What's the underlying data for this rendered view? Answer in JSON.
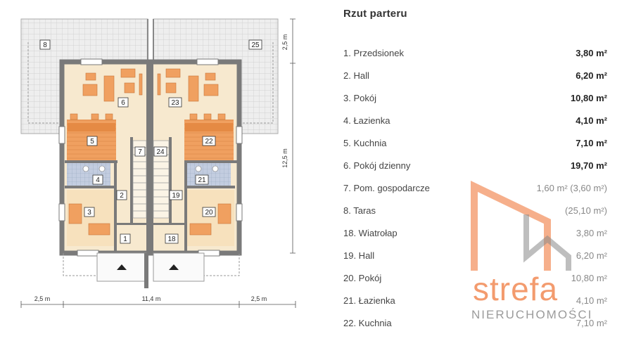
{
  "panel": {
    "title": "Rzut parteru",
    "rooms": [
      {
        "name": "1. Przedsionek",
        "area": "3,80 m²"
      },
      {
        "name": "2. Hall",
        "area": "6,20 m²"
      },
      {
        "name": "3. Pokój",
        "area": "10,80 m²"
      },
      {
        "name": "4. Łazienka",
        "area": "4,10 m²"
      },
      {
        "name": "5. Kuchnia",
        "area": "7,10 m²"
      },
      {
        "name": "6. Pokój dzienny",
        "area": "19,70 m²"
      },
      {
        "name": "7. Pom. gospodarcze",
        "area": "1,60 m² (3,60 m²)"
      },
      {
        "name": "8. Taras",
        "area": "(25,10 m²)"
      },
      {
        "name": "18. Wiatrołap",
        "area": "3,80 m²"
      },
      {
        "name": "19. Hall",
        "area": "6,20 m²"
      },
      {
        "name": "20. Pokój",
        "area": "10,80 m²"
      },
      {
        "name": "21. Łazienka",
        "area": "4,10 m²"
      },
      {
        "name": "22. Kuchnia",
        "area": "7,10 m²"
      }
    ]
  },
  "plan": {
    "labels": {
      "r1": "1",
      "r2": "2",
      "r3": "3",
      "r4": "4",
      "r5": "5",
      "r6": "6",
      "r7": "7",
      "r8": "8",
      "r18": "18",
      "r19": "19",
      "r20": "20",
      "r21": "21",
      "r22": "22",
      "r23": "23",
      "r24": "24",
      "r25": "25"
    },
    "dimensions": {
      "top_right": "2,5 m",
      "right_height": "12,5 m",
      "bottom_left": "2,5 m",
      "bottom_mid": "11,4 m",
      "bottom_right": "2,5 m"
    },
    "colors": {
      "wall": "#7a7a7a",
      "floor": "#f7e9cf",
      "kitchen": "#f0a060",
      "bath": "#b8c4d8",
      "terrace": "#ededed"
    }
  },
  "watermark": {
    "brand": "strefa",
    "sub": "NIERUCHOMOŚCI"
  }
}
